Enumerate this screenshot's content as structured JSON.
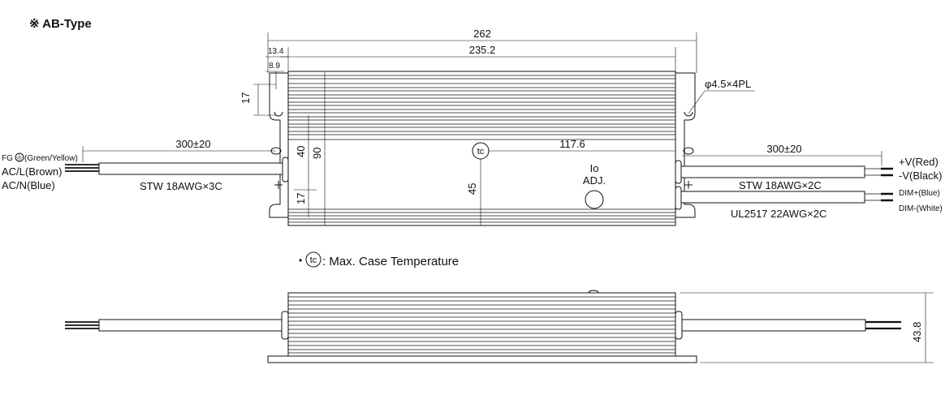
{
  "title": "※ AB-Type",
  "dims": {
    "overall_length": "262",
    "body_length": "235.2",
    "flange_offset": "13.4",
    "hole_offset": "8.9",
    "hole_spacing_top": "17",
    "hole_spacing_bottom": "17",
    "hole_pitch": "40",
    "width": "90",
    "tc_offset_x": "117.6",
    "tc_offset_y": "45",
    "hole_spec": "φ4.5×4PL",
    "height": "43.8",
    "cable_in_length": "300±20",
    "cable_out_length": "300±20"
  },
  "input_cable": {
    "fg": "FG",
    "fg_color": "(Green/Yellow)",
    "acl": "AC/L(Brown)",
    "acn": "AC/N(Blue)",
    "spec": "STW 18AWG×3C"
  },
  "output_cable": {
    "vplus": "+V(Red)",
    "vminus": "-V(Black)",
    "spec": "STW 18AWG×2C",
    "dimplus": "DIM+(Blue)",
    "dimminus": "DIM-(White)",
    "dim_spec": "UL2517 22AWG×2C"
  },
  "adj": {
    "line1": "Io",
    "line2": "ADJ."
  },
  "tc_symbol": "tc",
  "legend": {
    "bullet": "•",
    "text": ": Max. Case Temperature"
  }
}
